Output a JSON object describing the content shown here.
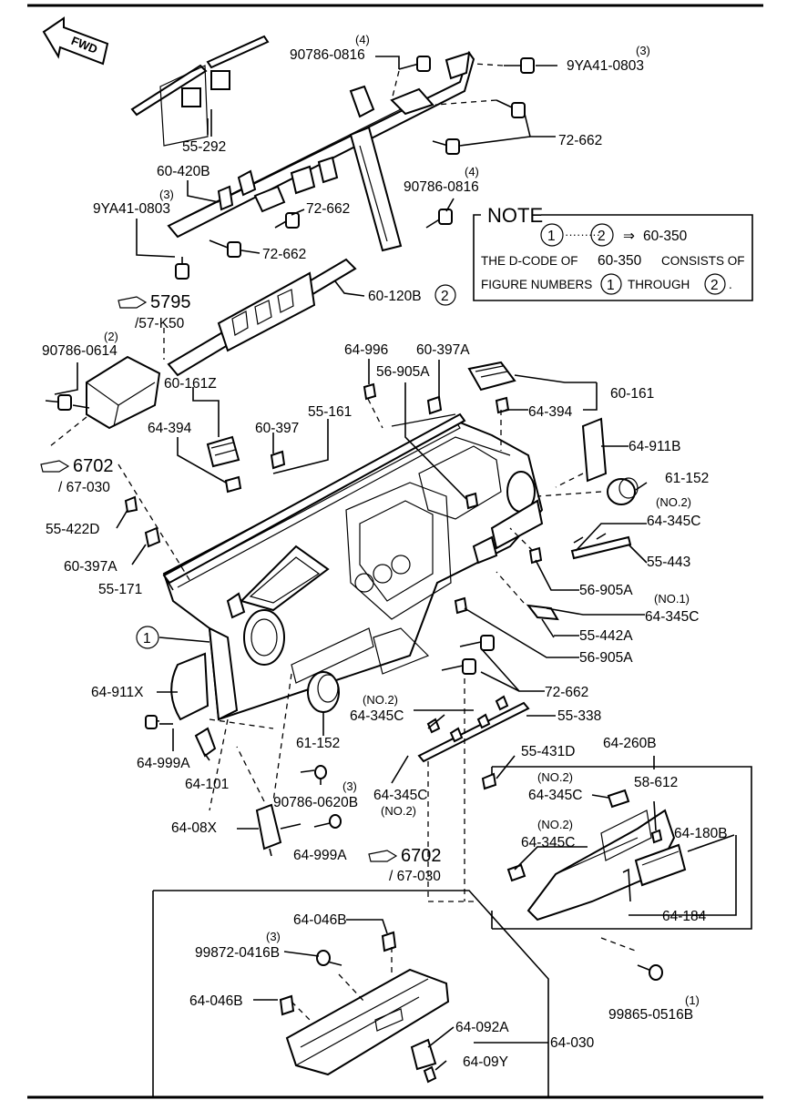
{
  "diagram": {
    "direction_tag": "FWD",
    "note": {
      "title": "NOTE",
      "circle_start": "1",
      "circle_end": "2",
      "dots": "·········",
      "arrow": "⇒",
      "ref_code": "60-350",
      "line1": "THE D-CODE OF",
      "line1_code": "60-350",
      "line1_end": "CONSISTS OF",
      "line2": "FIGURE NUMBERS",
      "line2_mid": "THROUGH",
      "line2_end": "."
    },
    "refs": {
      "r5795": "5795",
      "r5795_sub": "/57-K50",
      "r6702a": "6702",
      "r6702a_sub": "/ 67-030",
      "r6702b": "6702",
      "r6702b_sub": "/ 67-030"
    },
    "labels": {
      "l90786_0816_top": "90786-0816",
      "q90786_0816_top": "(4)",
      "l9ya41_0803_top": "9YA41-0803",
      "q9ya41_0803_top": "(3)",
      "l55_292": "55-292",
      "l72_662_a": "72-662",
      "l60_420b": "60-420B",
      "q9ya41_0803_l": "(3)",
      "l9ya41_0803_l": "9YA41-0803",
      "l72_662_b": "72-662",
      "l72_662_c": "72-662",
      "q90786_0816_m": "(4)",
      "l90786_0816_m": "90786-0816",
      "l60_120b": "60-120B",
      "c60_120b": "2",
      "q90786_0614": "(2)",
      "l90786_0614": "90786-0614",
      "l64_996": "64-996",
      "l60_397a_t": "60-397A",
      "l56_905a_t": "56-905A",
      "l60_161z": "60-161Z",
      "l64_394_l": "64-394",
      "l60_397": "60-397",
      "l55_161": "55-161",
      "l64_394_r": "64-394",
      "l60_161": "60-161",
      "l64_911b": "64-911B",
      "l61_152_r": "61-152",
      "q64_345c_r": "(NO.2)",
      "l64_345c_r": "64-345C",
      "l55_443": "55-443",
      "l55_422d": "55-422D",
      "l60_397a_l": "60-397A",
      "l55_171": "55-171",
      "l56_905a_m": "56-905A",
      "q64_345c_no1": "(NO.1)",
      "l64_345c_no1": "64-345C",
      "l55_442a": "55-442A",
      "c1": "1",
      "l56_905a_b": "56-905A",
      "l64_911x": "64-911X",
      "l72_662_d": "72-662",
      "q64_345c_c": "(NO.2)",
      "l64_345c_c": "64-345C",
      "l55_338": "55-338",
      "l64_999a_l": "64-999A",
      "l61_152_b": "61-152",
      "l64_101": "64-101",
      "q90786_0620b": "(3)",
      "l90786_0620b": "90786-0620B",
      "l55_431d": "55-431D",
      "l64_345c_b": "64-345C",
      "q64_345c_b": "(NO.2)",
      "l64_260b": "64-260B",
      "q64_345c_g1": "(NO.2)",
      "l64_345c_g1": "64-345C",
      "l58_612": "58-612",
      "q64_345c_g2": "(NO.2)",
      "l64_345c_g2": "64-345C",
      "l64_180b": "64-180B",
      "l64_184": "64-184",
      "l64_08x": "64-08X",
      "l64_999a_b": "64-999A",
      "l64_046b_t": "64-046B",
      "q99872_0416b": "(3)",
      "l99872_0416b": "99872-0416B",
      "l64_046b_l": "64-046B",
      "l64_092a": "64-092A",
      "l64_030": "64-030",
      "l64_09y": "64-09Y",
      "q99865_0516b": "(1)",
      "l99865_0516b": "99865-0516B"
    }
  }
}
